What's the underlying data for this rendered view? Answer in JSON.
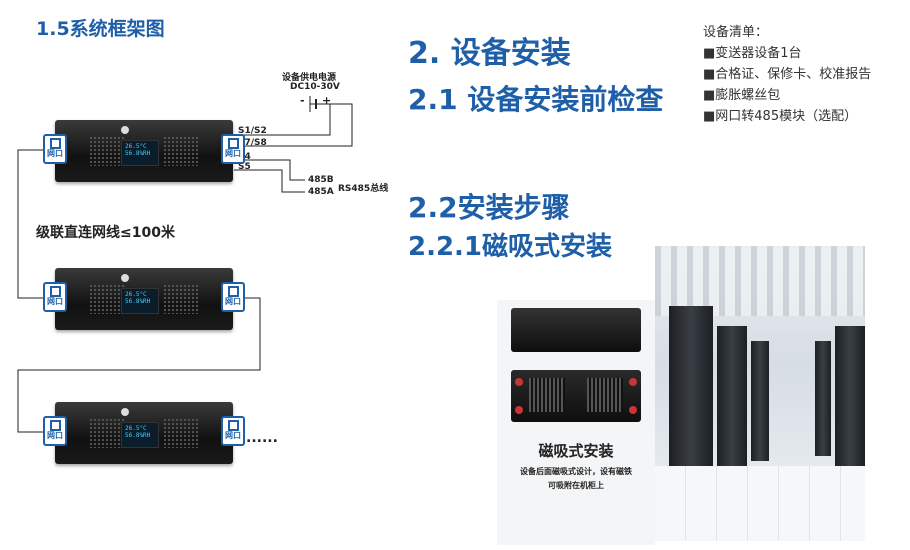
{
  "left": {
    "section_title": "1.5系统框架图",
    "power_label_1": "设备供电电源",
    "power_label_2": "DC10-30V",
    "polarity_minus": "-",
    "polarity_plus": "+",
    "terminals": [
      "S1/S2",
      "S7/S8",
      "S4",
      "S5"
    ],
    "bus_lines": [
      "485B",
      "485A"
    ],
    "bus_name": "RS485总线",
    "cascade_label": "级联直连网线≤100米",
    "port_label": "网口",
    "screen_line_1": "26.5°C",
    "screen_line_2": "56.8%RH",
    "ellipsis": "......"
  },
  "right": {
    "heading_2": "2. 设备安装",
    "heading_2_1": "2.1 设备安装前检查",
    "heading_2_2": "2.2安装步骤",
    "heading_2_2_1": "2.2.1磁吸式安装",
    "checklist_title": "设备清单：",
    "checklist": [
      "■变送器设备1台",
      "■合格证、保修卡、校准报告",
      "■膨胀螺丝包",
      "■网口转485模块（选配）"
    ],
    "mag_title": "磁吸式安装",
    "mag_desc_1": "设备后面磁吸式设计，设有磁铁",
    "mag_desc_2": "可吸附在机柜上"
  },
  "colors": {
    "accent_blue": "#1f5fa8",
    "device_black": "#111111",
    "screen_cyan": "#3cd3ff"
  }
}
